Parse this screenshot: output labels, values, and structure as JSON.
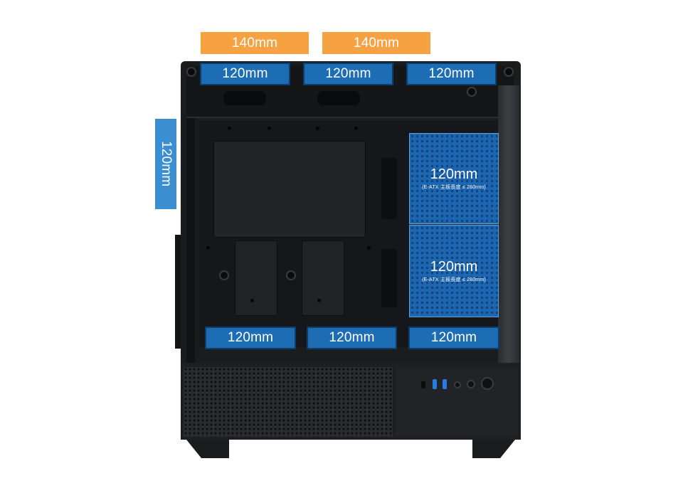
{
  "top_orange_labels": [
    "140mm",
    "140mm"
  ],
  "top_blue_labels": [
    "120mm",
    "120mm",
    "120mm"
  ],
  "rear_label": "120mm",
  "side_fans": [
    {
      "size": "120mm",
      "note": "(E-ATX 主板長度 ≤ 280mm)"
    },
    {
      "size": "120mm",
      "note": "(E-ATX 主板長度 ≤ 280mm)"
    }
  ],
  "bottom_labels": [
    "120mm",
    "120mm",
    "120mm"
  ],
  "colors": {
    "orange": "#f6a243",
    "blue": "#1d6db5",
    "rear_blue": "#3b8fd0",
    "case": "#1b1c1e"
  }
}
